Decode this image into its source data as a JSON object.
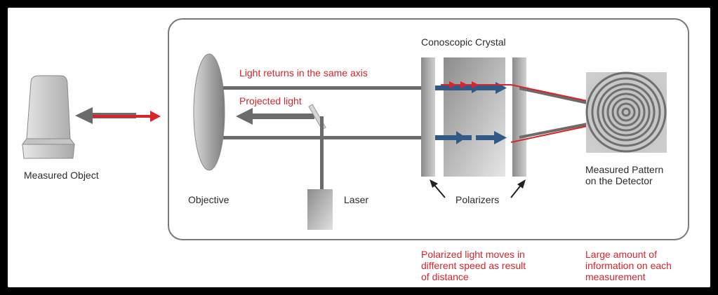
{
  "labels": {
    "measured_object": "Measured Object",
    "objective": "Objective",
    "laser": "Laser",
    "conoscopic_crystal": "Conoscopic Crystal",
    "polarizers": "Polarizers",
    "measured_pattern_line1": "Measured Pattern",
    "measured_pattern_line2": "on the Detector",
    "light_returns": "Light returns in the same axis",
    "projected_light": "Projected light",
    "polarized_line1": "Polarized light moves in",
    "polarized_line2": "different speed as result",
    "polarized_line3": "of distance",
    "large_amount_line1": "Large amount of",
    "large_amount_line2": "information on each",
    "large_amount_line3": "measurement"
  },
  "colors": {
    "red": "#d9242b",
    "blue": "#2f5a86",
    "gray_beam": "#6b6b6b",
    "frame_border": "#7a7a7a"
  }
}
